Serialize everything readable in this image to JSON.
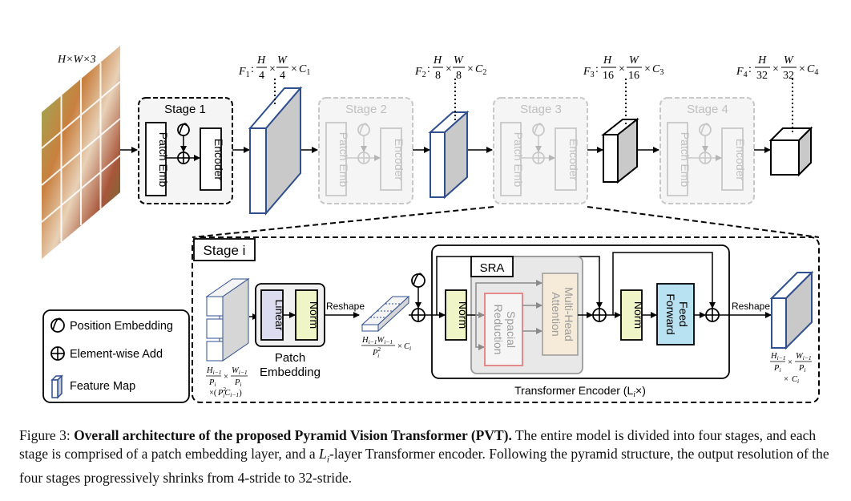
{
  "input": {
    "label": "H×W×3"
  },
  "stage1": {
    "title": "Stage 1",
    "patch": "Patch Emb",
    "encoder": "Encoder"
  },
  "stage2": {
    "title": "Stage 2",
    "patch": "Patch Emb",
    "encoder": "Encoder"
  },
  "stage3": {
    "title": "Stage 3",
    "patch": "Patch Emb",
    "encoder": "Encoder"
  },
  "stage4": {
    "title": "Stage 4",
    "patch": "Patch Emb",
    "encoder": "Encoder"
  },
  "features": {
    "f1": {
      "name": "F",
      "sub": "1",
      "h_den": "4",
      "w_den": "4",
      "c_sub": "1"
    },
    "f2": {
      "name": "F",
      "sub": "2",
      "h_den": "8",
      "w_den": "8",
      "c_sub": "2"
    },
    "f3": {
      "name": "F",
      "sub": "3",
      "h_den": "16",
      "w_den": "16",
      "c_sub": "3"
    },
    "f4": {
      "name": "F",
      "sub": "4",
      "h_den": "32",
      "w_den": "32",
      "c_sub": "4"
    }
  },
  "stage_i": {
    "title": "Stage i",
    "linear": "Linear",
    "norm": "Norm",
    "patch_embedding": [
      "Patch",
      "Embedding"
    ],
    "reshape": "Reshape",
    "sra": "SRA",
    "spatial_reduction": [
      "Spacial",
      "Reduction"
    ],
    "mha": [
      "Multi-Head",
      "Attention"
    ],
    "feed_forward": [
      "Feed",
      "Forward"
    ],
    "encoder_label": "Transformer Encoder (L",
    "encoder_label_sub": "i",
    "encoder_label_end": "×)"
  },
  "legend": {
    "position_embedding": "Position Embedding",
    "element_wise_add": "Element-wise Add",
    "feature_map": "Feature Map"
  },
  "caption": {
    "prefix": "Figure 3: ",
    "bold": "Overall architecture of the proposed Pyramid Vision Transformer (PVT).",
    "rest_1": " The entire model is divided into four stages, and each stage is comprised of a patch embedding layer, and a ",
    "math": "L",
    "math_sub": "i",
    "rest_2": "-layer Transformer encoder. Following the pyramid structure, the output resolution of the four stages progressively shrinks from 4-stride to 32-stride."
  },
  "colors": {
    "feature_blue": "#2f4f8f",
    "linear_fill": "#dcdcf0",
    "norm_fill": "#f0f5c8",
    "ffn_fill": "#b8e2f2",
    "sra_gray": "#9a9a9a",
    "spatial_red": "#e58a8a",
    "mha_tan": "#f6ead8",
    "ghost_gray": "#c8c8c8"
  }
}
